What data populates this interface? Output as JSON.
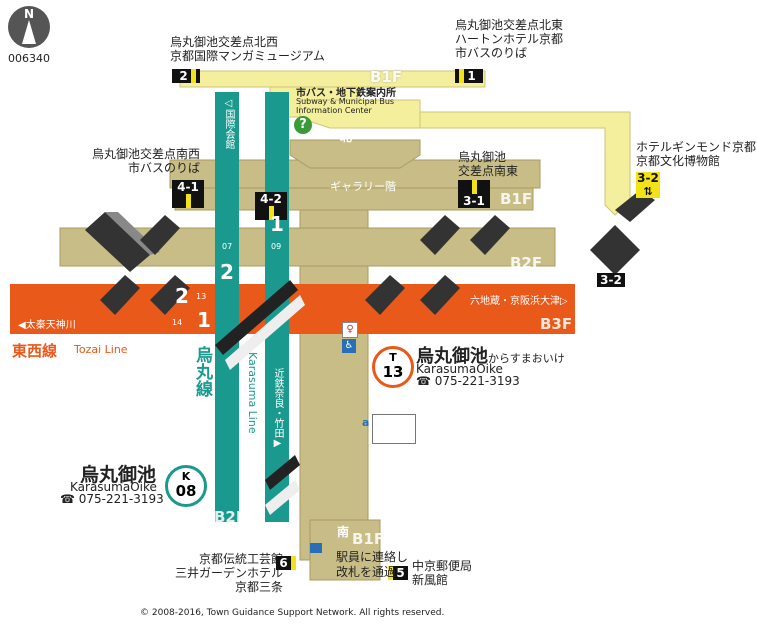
{
  "map_id": "006340",
  "compass": "N",
  "copyright": "© 2008-2016, Town Guidance Support Network. All rights reserved.",
  "colors": {
    "tozai": "#e8591a",
    "karasuma": "#1a9a8e",
    "concourse": "#c8bd86",
    "upper": "#f4ef9c",
    "exit_bg": "#111111",
    "exit_mark": "#f2e21a"
  },
  "floors": {
    "b1f_top": "B1F",
    "b1f_mid": "B1F",
    "b2f_east": "B2F",
    "b3f": "B3F",
    "b2f_bottom": "B2F",
    "b1f_bottom": "B1F"
  },
  "directions": {
    "north": "北",
    "south": "南",
    "gallery": "ギャラリー階"
  },
  "info_center": {
    "title": "市バス・地下鉄案内所",
    "subtitle": "Subway & Municipal Bus Information Center",
    "icon": "question-icon"
  },
  "exits": [
    {
      "id": "2",
      "lines": [
        "烏丸御池交差点北西",
        "京都国際マンガミュージアム"
      ]
    },
    {
      "id": "1",
      "lines": [
        "烏丸御池交差点北東",
        "ハートンホテル京都",
        "市バスのりば"
      ]
    },
    {
      "id": "4-1",
      "lines": [
        "烏丸御池交差点南西",
        "市バスのりば"
      ]
    },
    {
      "id": "4-2",
      "lines": []
    },
    {
      "id": "3-1",
      "lines": [
        "烏丸御池",
        "交差点南東"
      ]
    },
    {
      "id": "3-2",
      "lines": [
        "ホテルギンモンド京都",
        "京都文化博物館"
      ]
    },
    {
      "id": "6",
      "lines": [
        "京都伝統工芸館",
        "三井ガーデンホテル",
        "京都三条"
      ]
    },
    {
      "id": "5",
      "lines": [
        "中京郵便局",
        "新風館"
      ]
    }
  ],
  "exit_32_bottom": "3-2",
  "tozai_line": {
    "name_ja": "東西線",
    "name_en": "Tozai Line",
    "west": "◀太秦天神川",
    "east": "六地蔵・京阪浜大津▷",
    "platforms": [
      "2",
      "1"
    ],
    "station_codes": [
      "13",
      "14"
    ]
  },
  "karasuma_line": {
    "name_ja": "烏丸線",
    "name_en": "Karasuma Line",
    "north": "◁国際会館",
    "south": "近鉄奈良・竹田▶",
    "platforms": [
      "1",
      "2"
    ],
    "station_codes": [
      "07",
      "09"
    ]
  },
  "stations": [
    {
      "code_letter": "T",
      "code_num": "13",
      "name_ja": "烏丸御池",
      "kana": "からすまおいけ",
      "name_en": "KarasumaOike",
      "phone": "☎ 075-221-3193",
      "color": "#e8591a"
    },
    {
      "code_letter": "K",
      "code_num": "08",
      "name_ja": "烏丸御池",
      "name_en": "KarasumaOike",
      "phone": "☎ 075-221-3193",
      "color": "#1a9a8e"
    }
  ],
  "south_note": [
    "駅員に連絡し",
    "改札を通過"
  ],
  "facility_label": "a"
}
